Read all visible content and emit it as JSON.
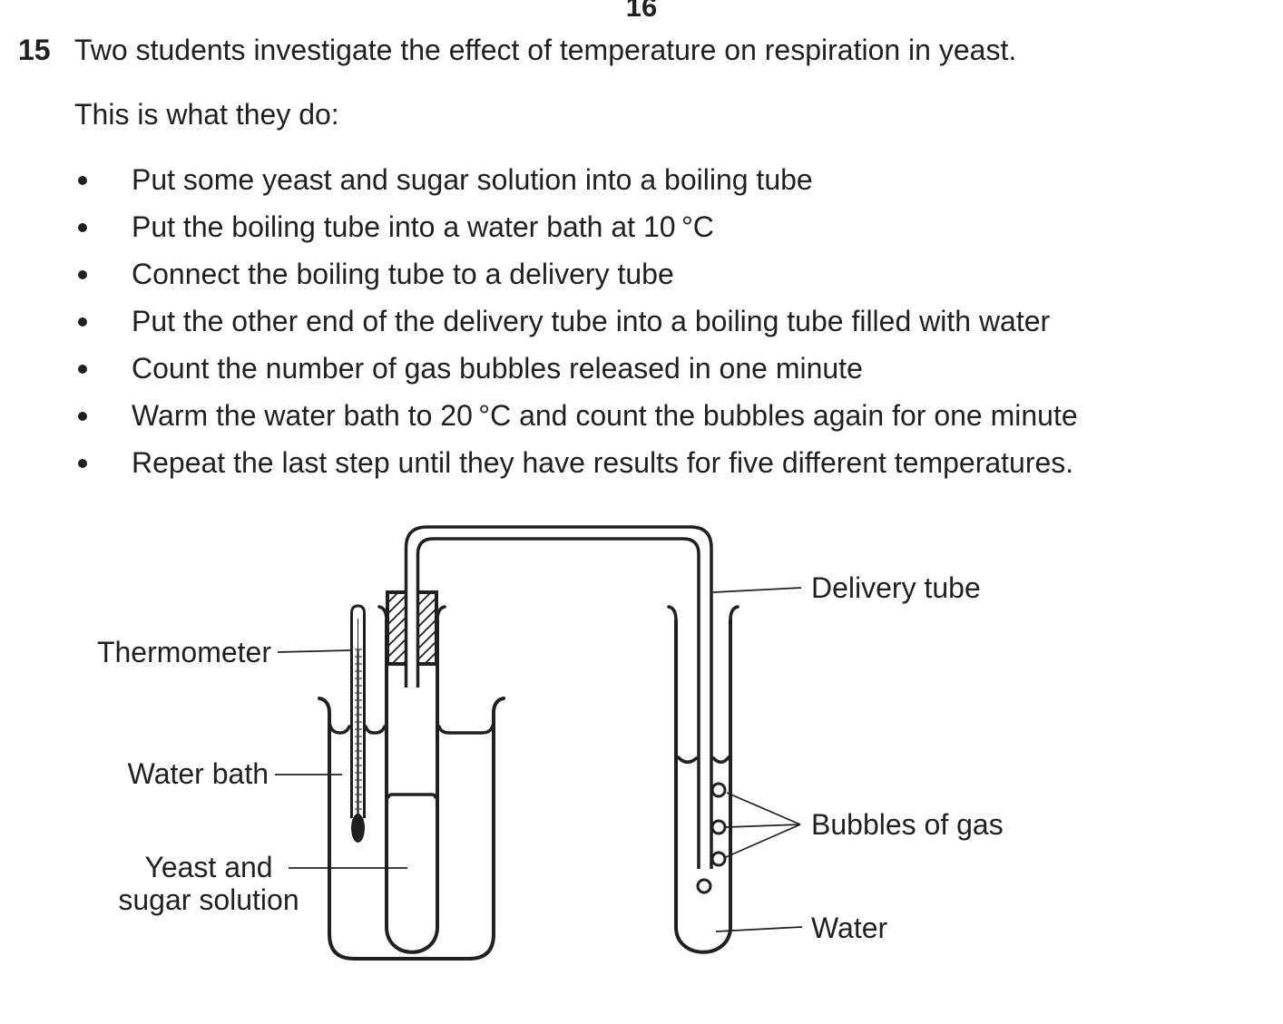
{
  "colors": {
    "ink": "#221f20",
    "paper": "#ffffff"
  },
  "page": {
    "number": "16"
  },
  "question": {
    "number": "15",
    "intro": "Two students investigate the effect of temperature on respiration in yeast.",
    "subintro": "This is what they do:"
  },
  "steps": [
    "Put some yeast and sugar solution into a boiling tube",
    "Put the boiling tube into a water bath at 10 °C",
    "Connect the boiling tube to a delivery tube",
    "Put the other end of the delivery tube into a boiling tube filled with water",
    "Count the number of gas bubbles released in one minute",
    "Warm the water bath to 20 °C and count the bubbles again for one minute",
    "Repeat the last step until they have results for five different temperatures."
  ],
  "diagram": {
    "labels": {
      "thermometer": "Thermometer",
      "water_bath": "Water bath",
      "yeast_line1": "Yeast and",
      "yeast_line2": "sugar solution",
      "delivery_tube": "Delivery tube",
      "bubbles": "Bubbles of gas",
      "water": "Water"
    },
    "bubble_count": 4
  }
}
